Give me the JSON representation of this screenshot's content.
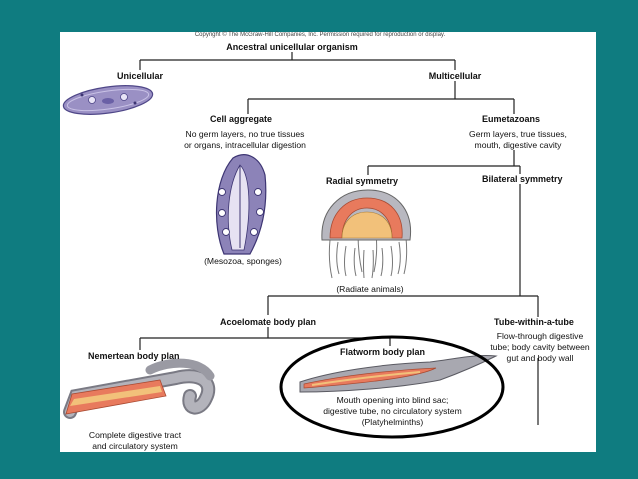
{
  "copyright": "Copyright © The McGraw-Hill Companies, Inc. Permission required for reproduction or display.",
  "nodes": {
    "root": "Ancestral unicellular organism",
    "unicellular": "Unicellular",
    "multicellular": "Multicellular",
    "cell_aggregate": {
      "title": "Cell aggregate",
      "desc1": "No germ layers, no true tissues",
      "desc2": "or organs, intracellular digestion",
      "example": "(Mesozoa, sponges)"
    },
    "eumetazoans": {
      "title": "Eumetazoans",
      "desc1": "Germ layers, true tissues,",
      "desc2": "mouth, digestive cavity"
    },
    "radial": {
      "title": "Radial symmetry",
      "example": "(Radiate animals)"
    },
    "bilateral": {
      "title": "Bilateral symmetry"
    },
    "acoelomate": {
      "title": "Acoelomate body plan"
    },
    "tube": {
      "title": "Tube-within-a-tube",
      "desc1": "Flow-through digestive",
      "desc2": "tube; body cavity between",
      "desc3": "gut and body wall"
    },
    "nemertean": {
      "title": "Nemertean body plan",
      "desc1": "Complete digestive tract",
      "desc2": "and circulatory system"
    },
    "flatworm": {
      "title": "Flatworm body plan",
      "desc1": "Mouth opening into blind sac;",
      "desc2": "digestive tube, no circulatory system",
      "desc3": "(Platyhelminths)"
    }
  },
  "colors": {
    "background": "#0f7c80",
    "panel": "#ffffff",
    "line": "#222222",
    "highlight": "#000000",
    "flesh": "#e87a5d",
    "gut": "#f2b96b",
    "grey": "#a8a8b0",
    "lavender": "#8f86b8"
  },
  "icons": [
    "paramecium-icon",
    "sponge-icon",
    "jellyfish-icon",
    "nemertean-worm-icon",
    "flatworm-icon"
  ]
}
